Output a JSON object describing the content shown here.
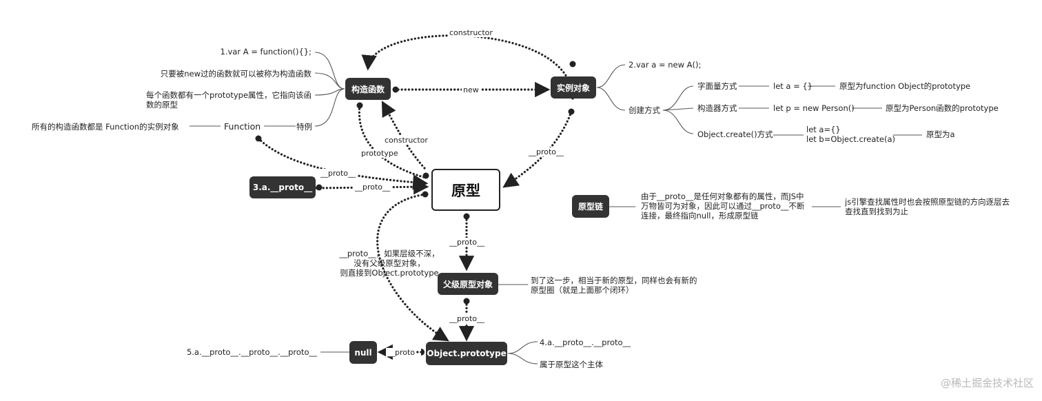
{
  "root": {
    "label": "原型"
  },
  "nodes": {
    "constructor_fn": "构造函数",
    "instance": "实例对象",
    "a_proto": "3.a.__proto__",
    "parent_proto": "父级原型对象",
    "object_prototype": "Object.prototype",
    "null": "null",
    "proto_chain": "原型链"
  },
  "edge_labels": {
    "constructor_top": "constructor",
    "new": "new",
    "constructor_back": "constructor",
    "prototype": "prototype",
    "instance_proto": "__proto__",
    "fn_proto": "__proto__",
    "a_proto": "__proto__",
    "root_to_parent": "__proto__",
    "parent_to_objproto": "__proto__",
    "objproto_to_null": "__proto"
  },
  "constructor_notes": {
    "n1": "1.var A = function(){};",
    "n2": "只要被new过的函数就可以被称为构造函数",
    "n3_line1": "每个函数都有一个prototype属性，它指向该函",
    "n3_line2": "数的原型",
    "special": "特例",
    "function_word": "Function",
    "function_desc": "所有的构造函数都是 Function的实例对象"
  },
  "instance_notes": {
    "n2": "2.var a = new A();",
    "create_ways": "创建方式",
    "literal": "字面量方式",
    "literal_code": "let a = {}",
    "literal_result": "原型为function Object的prototype",
    "ctor_way": "构造器方式",
    "ctor_code": "let p = new Person()",
    "ctor_result": "原型为Person函数的prototype",
    "create_way": "Object.create()方式",
    "create_code_1": "let a={}",
    "create_code_2": "let b=Object.create(a)",
    "create_result": "原型为a"
  },
  "chain_notes": {
    "desc_1": "由于__proto__是任何对象都有的属性，而JS中",
    "desc_2": "万物皆可为对象，因此可以通过__proto__不断",
    "desc_3": "连接，最终指向null，形成原型链",
    "result_1": "js引擎查找属性时也会按照原型链的方向逐层去",
    "result_2": "查找直到找到为止"
  },
  "side_notes": {
    "skip_1": "__proto__，如果层级不深，",
    "skip_2": "没有父级原型对象，",
    "skip_3": "则直接到Object.prototype",
    "parent_1": "到了这一步，相当于新的原型，同样也会有新的",
    "parent_2": "原型圈（就是上面那个闭环）",
    "obj_1": "4.a.__proto__.__proto__",
    "obj_2": "属于原型这个主体",
    "null_note": "5.a.__proto__.__proto__.__proto__"
  },
  "watermark": "@稀土掘金技术社区"
}
